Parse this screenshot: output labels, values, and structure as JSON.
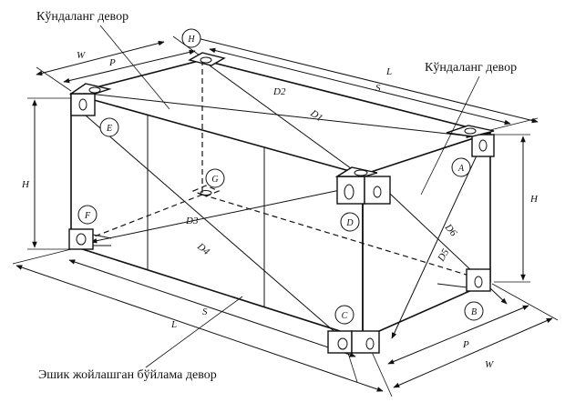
{
  "captions": {
    "top_left": "Кўндаланг девор",
    "top_right": "Кўндаланг девор",
    "bottom": "Эшик жойлашган бўйлама девор"
  },
  "corners": [
    "H",
    "E",
    "G",
    "F",
    "A",
    "D",
    "B",
    "C"
  ],
  "dimensions": {
    "W_top": "W",
    "P_top": "P",
    "L_top": "L",
    "S_top": "S",
    "H_left": "H",
    "H_right": "H",
    "S_bottom": "S",
    "L_bottom": "L",
    "P_bottom": "P",
    "W_bottom": "W"
  },
  "diagonals": [
    "D2",
    "D1",
    "D3",
    "D4",
    "D5",
    "D6"
  ]
}
